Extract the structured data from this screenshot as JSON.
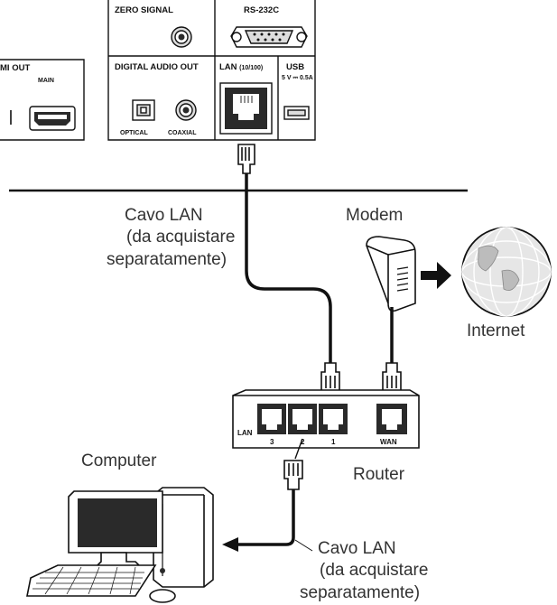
{
  "player_panel": {
    "zero_signal": "ZERO SIGNAL",
    "rs232c": "RS-232C",
    "digital_audio_out": "DIGITAL AUDIO OUT",
    "lan_label": "LAN",
    "lan_speed": "(10/100)",
    "usb_label": "USB",
    "usb_rating": "5 V ⎓ 0.5A",
    "optical": "OPTICAL",
    "coaxial": "COAXIAL",
    "hdmi_out": "MI OUT",
    "hdmi_main": "MAIN"
  },
  "captions": {
    "cable_top": [
      "Cavo LAN",
      "(da acquistare",
      "separatamente)"
    ],
    "modem": "Modem",
    "internet": "Internet",
    "router": "Router",
    "computer": "Computer",
    "cable_bottom": [
      "Cavo LAN",
      "(da acquistare",
      "separatamente)"
    ]
  },
  "router_ports": {
    "lan": "LAN",
    "port_3": "3",
    "port_2": "2",
    "port_1": "1",
    "wan": "WAN"
  },
  "colors": {
    "line": "#111111",
    "caption_text": "#333333",
    "device_fill": "#ffffff",
    "port_dark": "#2a2a2a",
    "panel_shade": "#dcdcdc"
  }
}
